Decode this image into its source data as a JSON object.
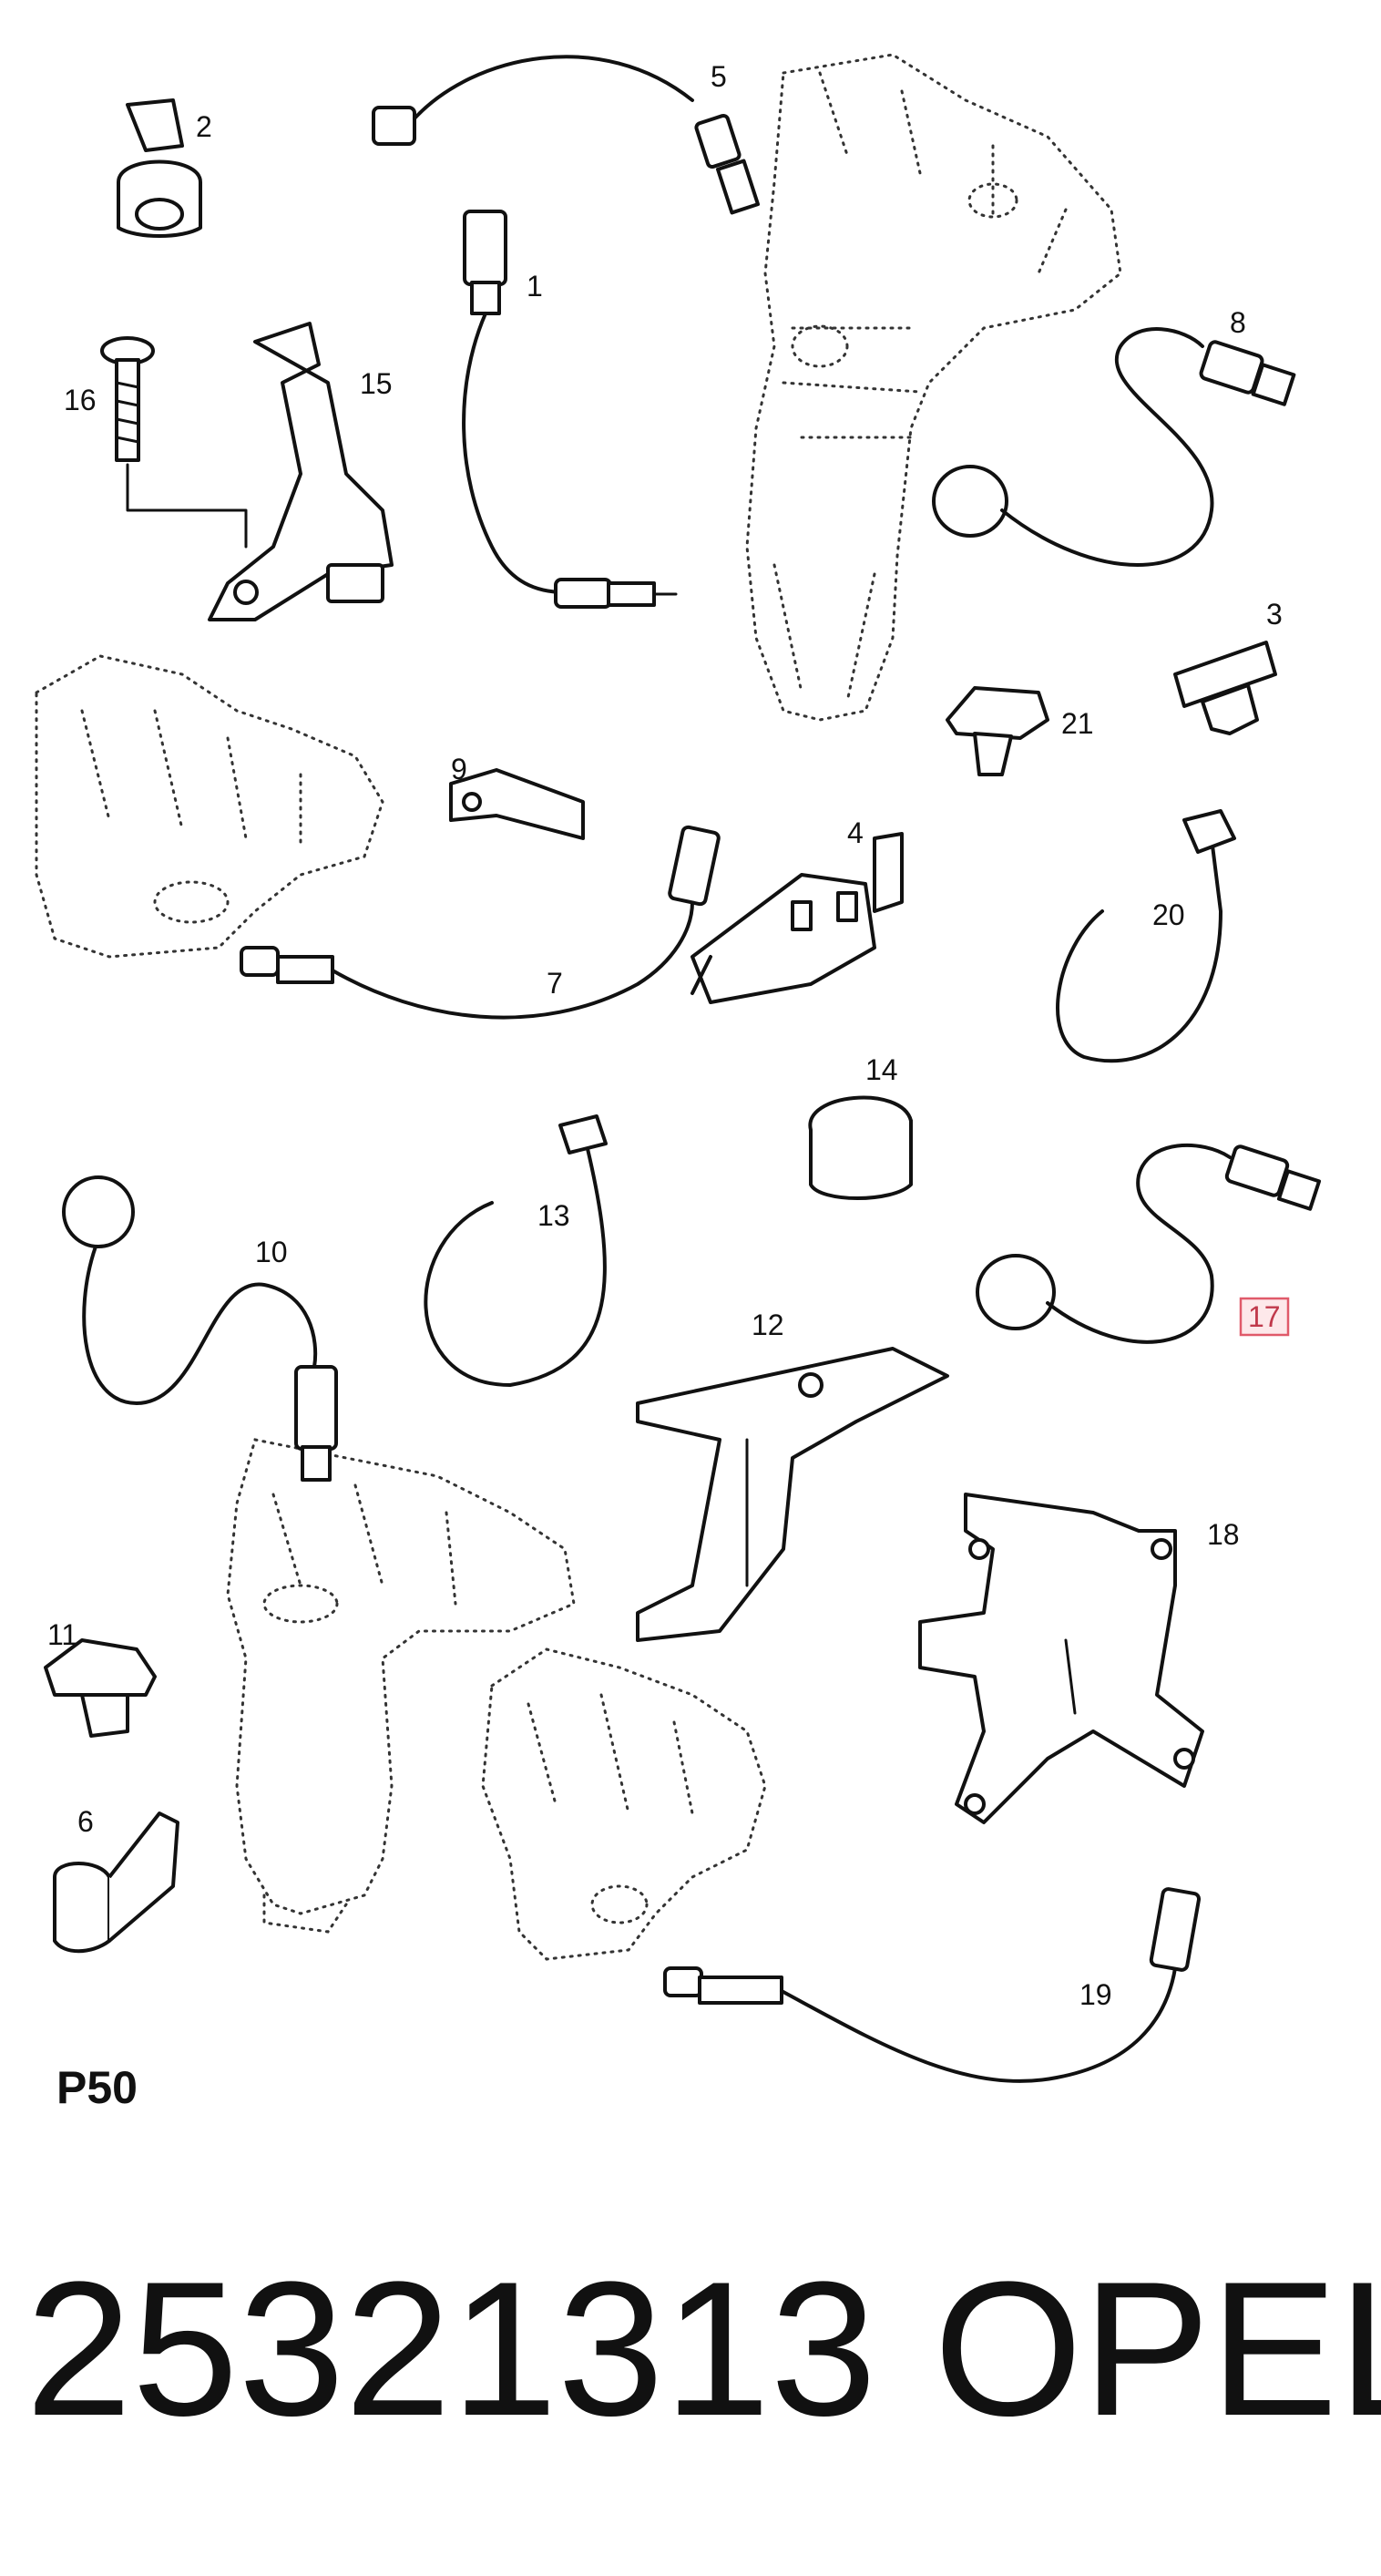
{
  "diagram": {
    "page_code": "P50",
    "part_number": "25321313",
    "brand": "OPEL",
    "highlighted_callout": "17",
    "callouts": [
      "1",
      "2",
      "3",
      "4",
      "5",
      "6",
      "7",
      "8",
      "9",
      "10",
      "11",
      "12",
      "13",
      "14",
      "15",
      "16",
      "17",
      "18",
      "19",
      "20",
      "21"
    ],
    "colors": {
      "line": "#111111",
      "highlight_border": "#e05a6a",
      "highlight_fill": "#fde8ea",
      "highlight_text": "#c0394b"
    }
  }
}
